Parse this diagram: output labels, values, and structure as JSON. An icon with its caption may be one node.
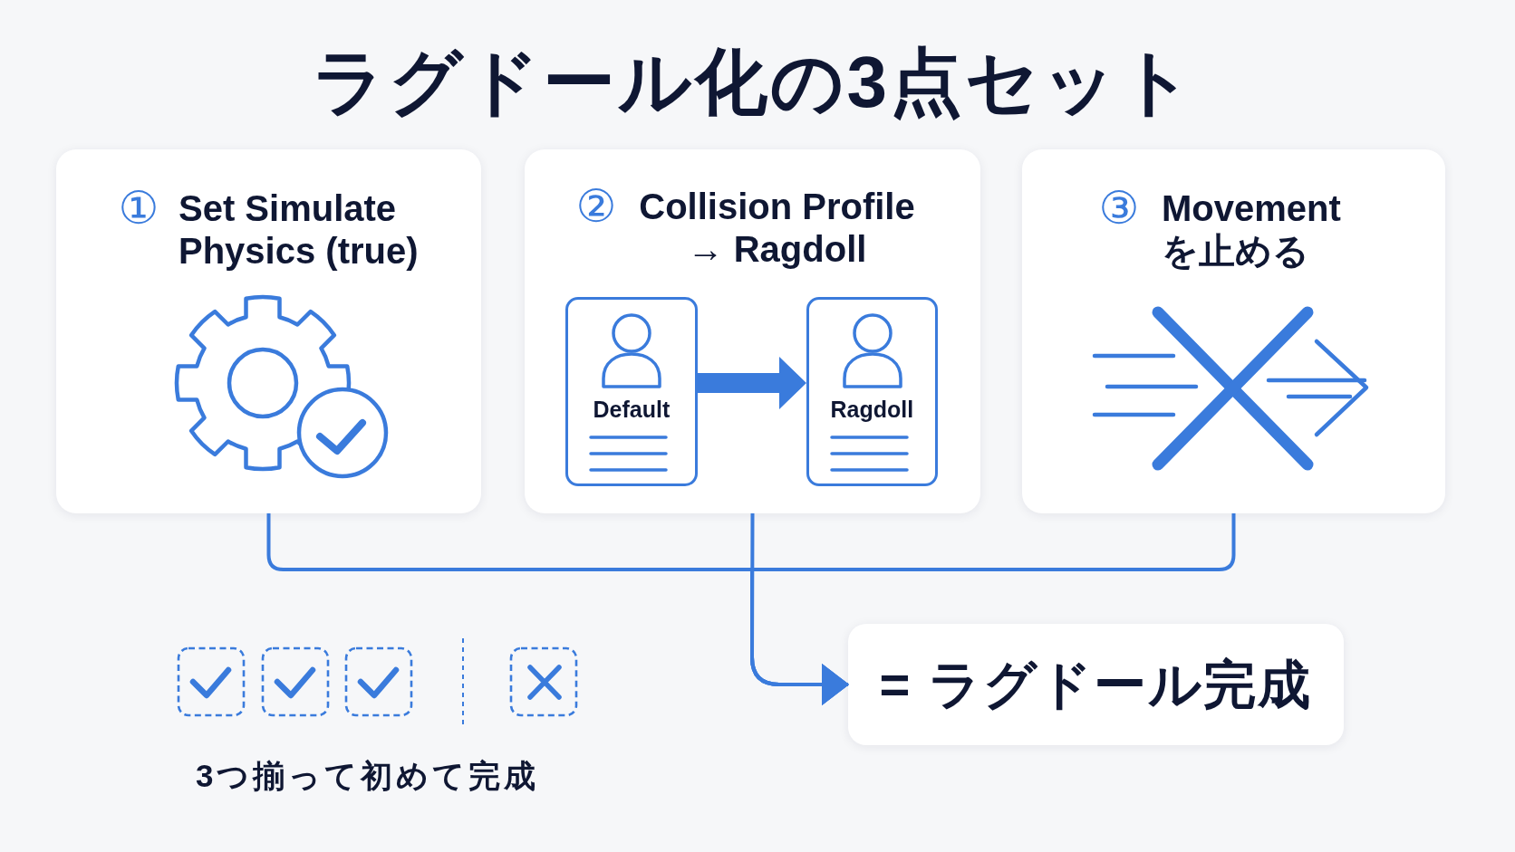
{
  "diagram": {
    "title": "ラグドール化の3点セット",
    "nodes": [
      {
        "text": [
          "①",
          "Set Simulate Physics (true)"
        ]
      },
      {
        "text": [
          "②",
          "Collision Profile → Ragdoll"
        ]
      },
      {
        "text": [
          "Default"
        ],
        "in": 1
      },
      {
        "text": [
          "Ragdoll"
        ],
        "in": 1
      },
      {
        "text": [
          "③",
          "Movement を止める"
        ]
      },
      {
        "text": [
          "= ラグドール完成"
        ]
      }
    ],
    "edges": [
      {
        "from": 2,
        "to": 3,
        "arrow": "to",
        "style": "thick"
      },
      {
        "from": 0,
        "to": 5,
        "arrow": "to"
      },
      {
        "from": 1,
        "to": 5,
        "arrow": "to"
      },
      {
        "from": 4,
        "to": 5,
        "arrow": "to"
      }
    ],
    "labels": [
      "3つ揃って初めて完成"
    ]
  }
}
